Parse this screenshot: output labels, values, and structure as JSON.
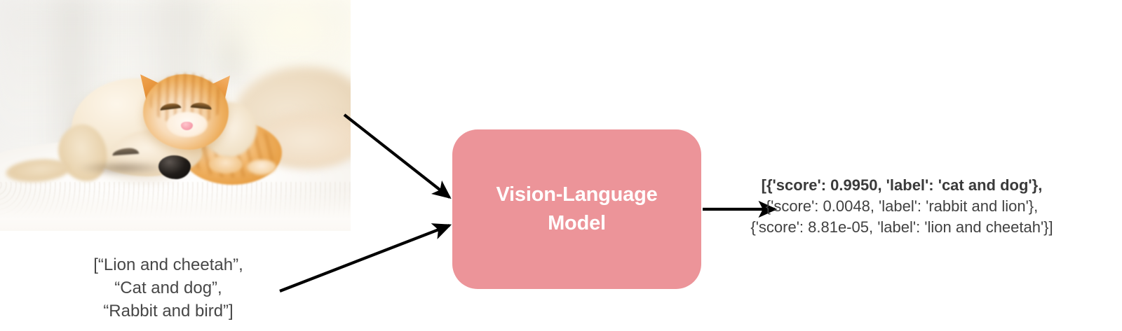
{
  "diagram": {
    "title": "Vision-Language Model zero-shot image classification",
    "type": "pipeline-flow"
  },
  "input_image": {
    "alt": "Photo of a sleeping golden retriever puppy cuddling an orange tabby kitten on a white blanket",
    "subjects": [
      "golden retriever puppy",
      "orange tabby kitten"
    ],
    "scene": "white blanket, bright blurred background"
  },
  "prompt": {
    "lines": [
      "[“Lion and cheetah”,",
      "“Cat and dog”,",
      "“Rabbit and bird”]"
    ],
    "candidate_labels": [
      "Lion and cheetah",
      "Cat and dog",
      "Rabbit and bird"
    ]
  },
  "model": {
    "label": "Vision-Language\nModel",
    "line1": "Vision-Language",
    "line2": "Model",
    "fill_color": "#ec9499",
    "text_color": "#ffffff"
  },
  "output": {
    "lines": [
      "[{'score': 0.9950, 'label': 'cat and dog'},",
      "{'score': 0.0048, 'label': 'rabbit and lion'},",
      "{'score': 8.81e-05, 'label': 'lion and cheetah'}]"
    ],
    "predictions": [
      {
        "score": "0.9950",
        "label": "cat and dog",
        "highlighted": true
      },
      {
        "score": "0.0048",
        "label": "rabbit and lion",
        "highlighted": false
      },
      {
        "score": "8.81e-05",
        "label": "lion and cheetah",
        "highlighted": false
      }
    ],
    "text_color": "#414141"
  },
  "arrows": [
    {
      "name": "image-to-model",
      "from": "input-image",
      "to": "model-box"
    },
    {
      "name": "prompt-to-model",
      "from": "prompt-text",
      "to": "model-box"
    },
    {
      "name": "model-to-output",
      "from": "model-box",
      "to": "output-text"
    }
  ]
}
